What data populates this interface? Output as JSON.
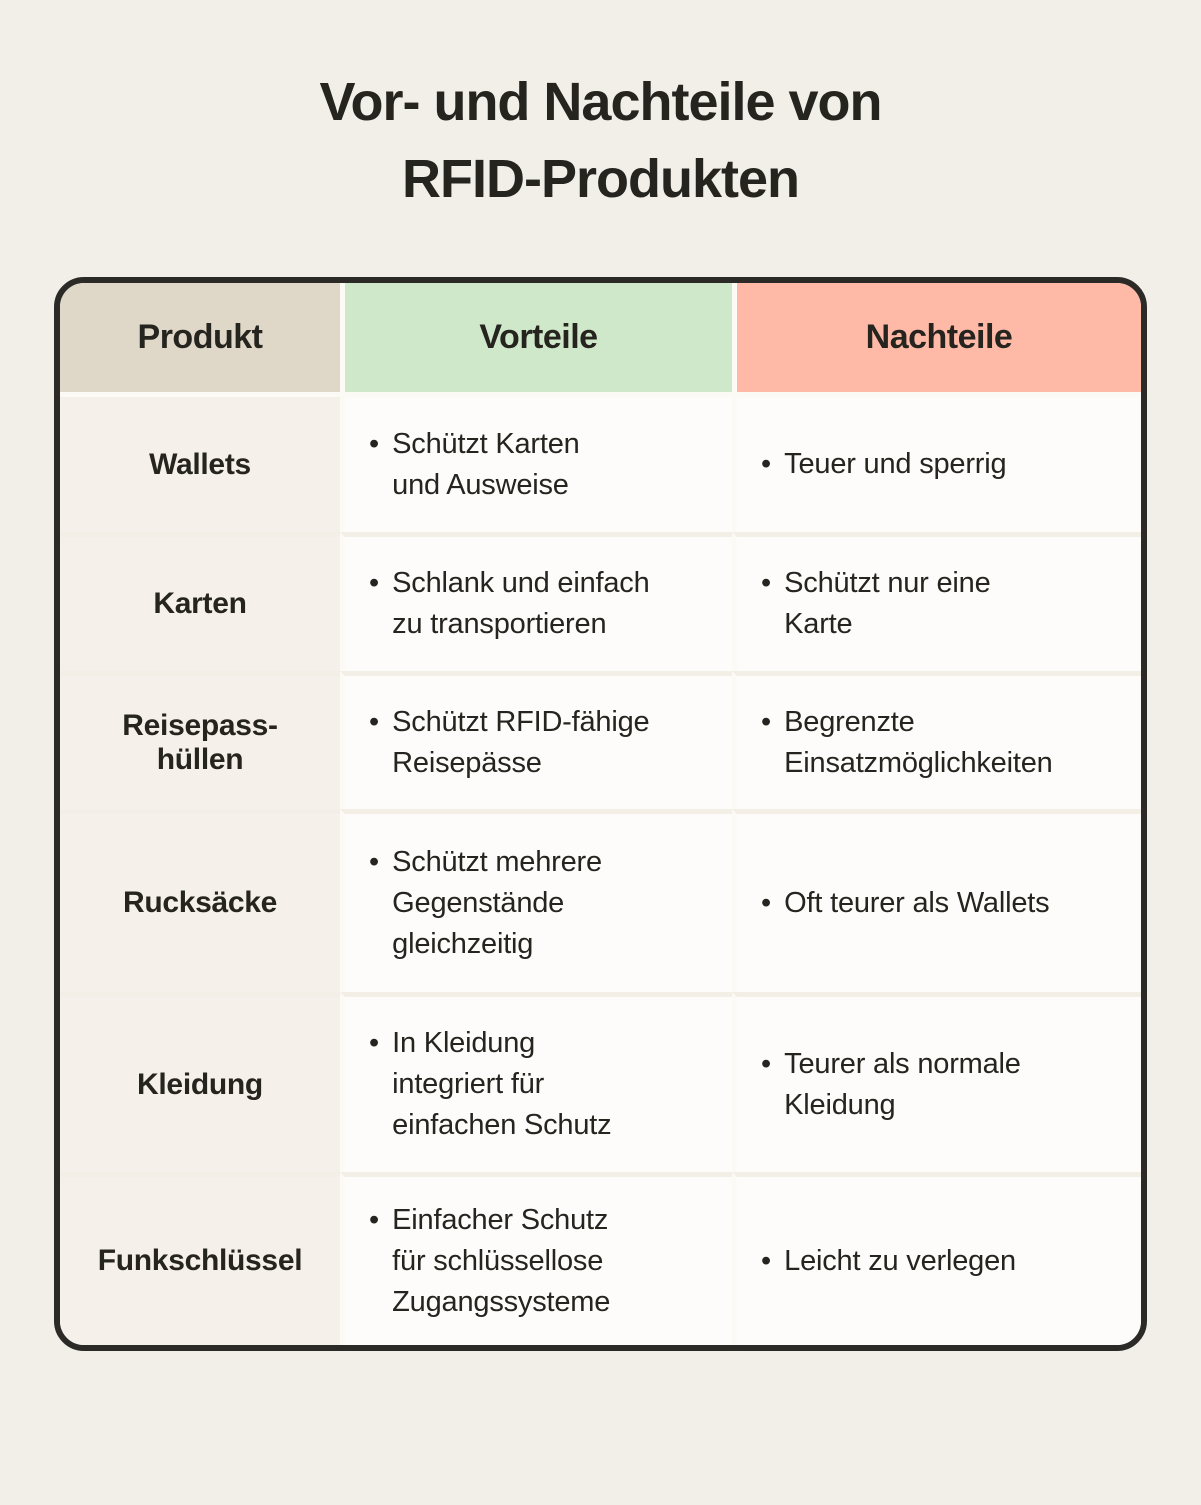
{
  "title": "Vor- und Nachteile von\nRFID-Produkten",
  "bullet": "•",
  "chart_data": {
    "type": "table",
    "title": "Vor- und Nachteile von RFID-Produkten",
    "columns": [
      "Produkt",
      "Vorteile",
      "Nachteile"
    ],
    "rows": [
      {
        "produkt": "Wallets",
        "vorteile": "Schützt Karten\nund Ausweise",
        "nachteile": "Teuer und sperrig"
      },
      {
        "produkt": "Karten",
        "vorteile": "Schlank und einfach\nzu transportieren",
        "nachteile": "Schützt nur eine\nKarte"
      },
      {
        "produkt": "Reisepass-\nhüllen",
        "vorteile": "Schützt RFID-fähige\nReisepässe",
        "nachteile": "Begrenzte\nEinsatzmöglichkeiten"
      },
      {
        "produkt": "Rucksäcke",
        "vorteile": "Schützt mehrere\nGegenstände\ngleichzeitig",
        "nachteile": "Oft teurer als Wallets"
      },
      {
        "produkt": "Kleidung",
        "vorteile": "In Kleidung\nintegriert für\neinfachen Schutz",
        "nachteile": "Teurer als normale\nKleidung"
      },
      {
        "produkt": "Funkschlüssel",
        "vorteile": "Einfacher Schutz\nfür schlüssellose\nZugangssysteme",
        "nachteile": "Leicht zu verlegen"
      }
    ]
  },
  "colors": {
    "page_bg": "#f2efe9",
    "card_bg": "#fdfcfa",
    "border": "#2b2a26",
    "text": "#26241f",
    "produkt_header_bg": "#dfd7c7",
    "vorteile_header_bg": "#d0e8ca",
    "nachteile_header_bg": "#ffb9a7",
    "produkt_col_bg": "#f5f1ea",
    "row_divider": "#f3eee6",
    "col_divider": "#fbfaf5"
  }
}
